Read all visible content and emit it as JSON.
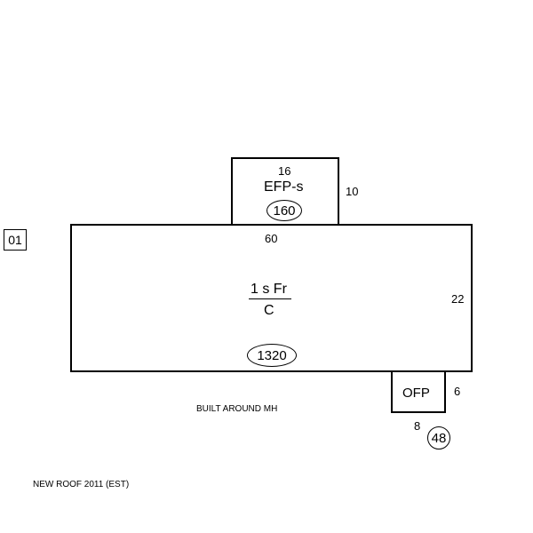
{
  "sketch": {
    "page_id": "01",
    "main_structure": {
      "label_top": "1 s Fr",
      "label_bottom": "C",
      "area": "1320",
      "dim_top": "60",
      "dim_right": "22"
    },
    "efp": {
      "label": "EFP-s",
      "area": "160",
      "dim_top": "16",
      "dim_right": "10"
    },
    "ofp": {
      "label": "OFP",
      "area": "48",
      "dim_bottom": "8",
      "dim_right": "6"
    },
    "notes": {
      "built_around": "BUILT AROUND MH",
      "roof": "NEW ROOF 2011 (EST)"
    }
  }
}
